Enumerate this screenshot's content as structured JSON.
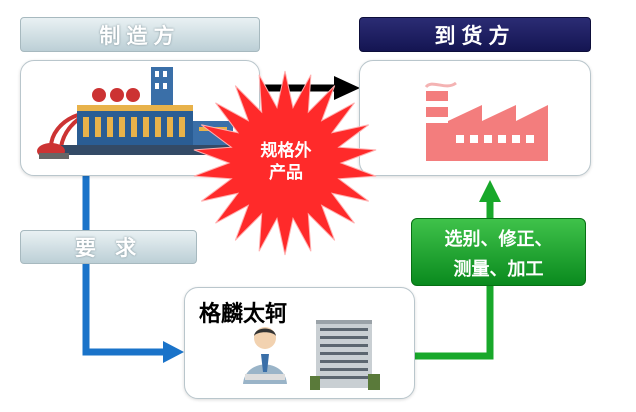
{
  "manufacturer": {
    "label": "制造方"
  },
  "receiver": {
    "label": "到货方"
  },
  "requirement": {
    "label": "要 求"
  },
  "defect": {
    "text": "规格外产品"
  },
  "service": {
    "line1": "选别、修正、",
    "line2": "测量、加工"
  },
  "company": {
    "name": "格麟太轲"
  },
  "colors": {
    "blue_arrow": "#1a73c9",
    "green_arrow": "#18a82a",
    "burst_red": "#ff2a2a",
    "navy": "#1c1d5e"
  },
  "icons": [
    "factory-machinery-icon",
    "factory-silhouette-icon",
    "businessman-icon",
    "office-building-icon"
  ]
}
